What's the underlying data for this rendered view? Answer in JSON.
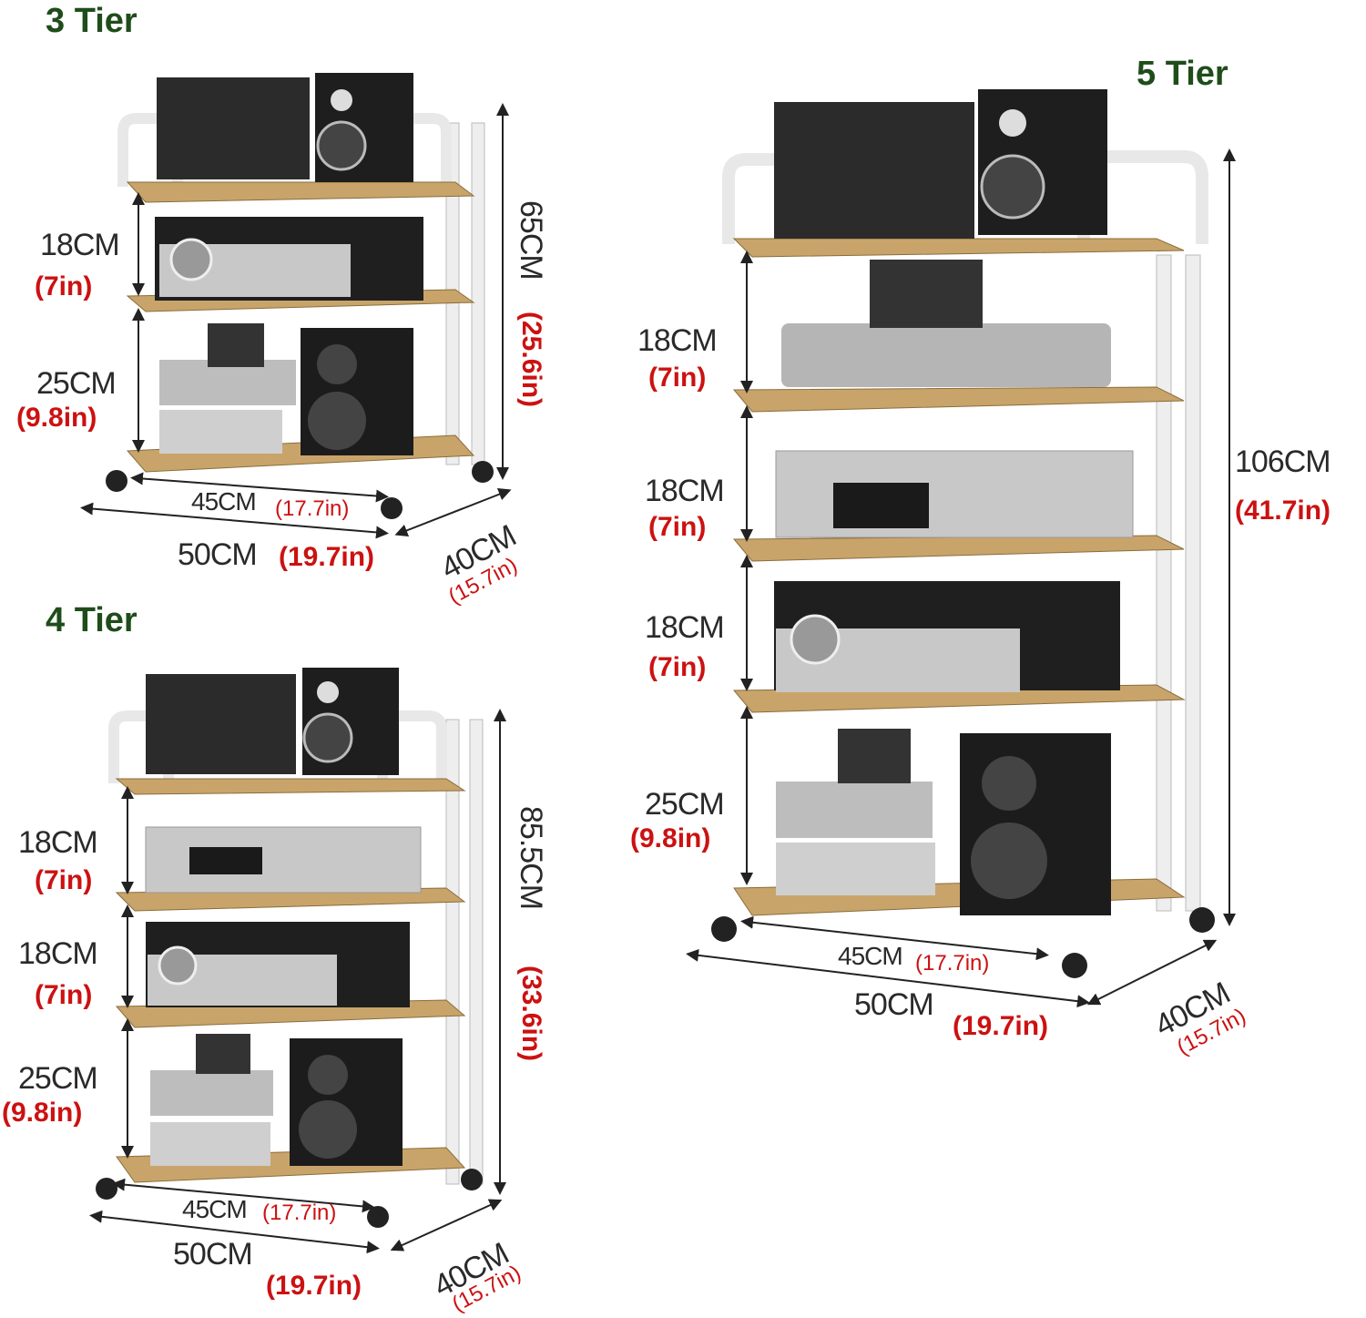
{
  "tiers": [
    {
      "title": "3 Tier",
      "height_cm": "65CM",
      "height_in": "(25.6in)",
      "gaps": [
        {
          "cm": "18CM",
          "in": "(7in)"
        },
        {
          "cm": "25CM",
          "in": "(9.8in)"
        }
      ],
      "inner_width_cm": "45CM",
      "inner_width_in": "(17.7in)",
      "width_cm": "50CM",
      "width_in": "(19.7in)",
      "depth_cm": "40CM",
      "depth_in": "(15.7in)"
    },
    {
      "title": "4 Tier",
      "height_cm": "85.5CM",
      "height_in": "(33.6in)",
      "gaps": [
        {
          "cm": "18CM",
          "in": "(7in)"
        },
        {
          "cm": "18CM",
          "in": "(7in)"
        },
        {
          "cm": "25CM",
          "in": "(9.8in)"
        }
      ],
      "inner_width_cm": "45CM",
      "inner_width_in": "(17.7in)",
      "width_cm": "50CM",
      "width_in": "(19.7in)",
      "depth_cm": "40CM",
      "depth_in": "(15.7in)"
    },
    {
      "title": "5 Tier",
      "height_cm": "106CM",
      "height_in": "(41.7in)",
      "gaps": [
        {
          "cm": "18CM",
          "in": "(7in)"
        },
        {
          "cm": "18CM",
          "in": "(7in)"
        },
        {
          "cm": "18CM",
          "in": "(7in)"
        },
        {
          "cm": "25CM",
          "in": "(9.8in)"
        }
      ],
      "inner_width_cm": "45CM",
      "inner_width_in": "(17.7in)",
      "width_cm": "50CM",
      "width_in": "(19.7in)",
      "depth_cm": "40CM",
      "depth_in": "(15.7in)"
    }
  ],
  "colors": {
    "title": "#1f4d1a",
    "inch_label": "#cc1111",
    "frame": "#f2f2f2",
    "wood": "#c9a46a",
    "device_dark": "#2b2b2b",
    "device_silver": "#c8c8c8"
  }
}
